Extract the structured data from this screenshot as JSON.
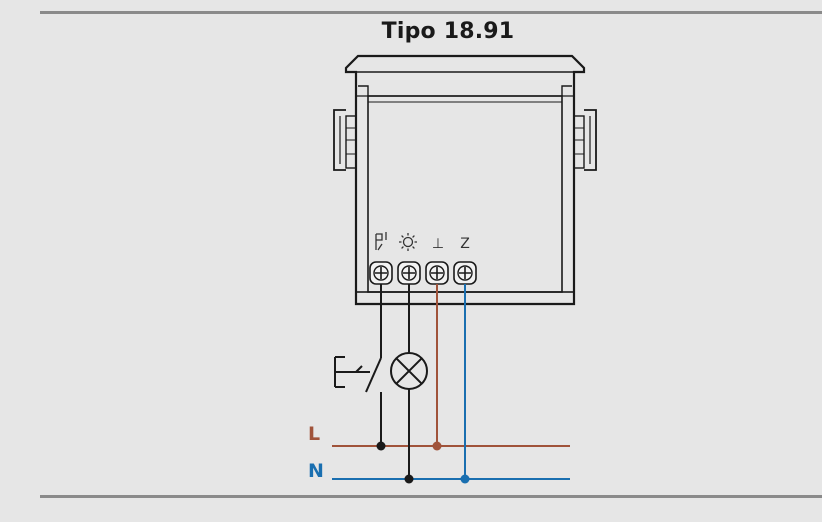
{
  "title": "Tipo 18.91",
  "lines": {
    "L": "L",
    "N": "N"
  },
  "terminal_labels": [
    "⊥",
    "Z"
  ],
  "colors": {
    "background": "#e6e6e6",
    "live": "#a0533a",
    "neutral": "#1a6fb0",
    "wire": "#1a1a1a",
    "rule": "#8a8a8a"
  },
  "icons": [
    "push-button-symbol",
    "light-symbol",
    "lamp-symbol",
    "switch-symbol"
  ]
}
